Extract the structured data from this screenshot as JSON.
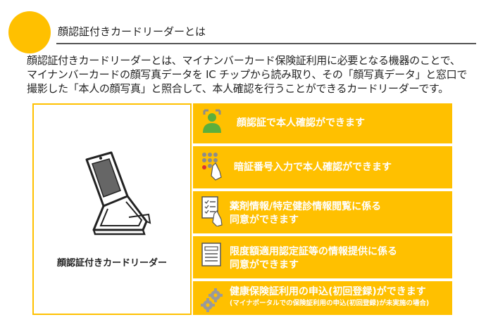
{
  "header": {
    "title": "顔認証付きカードリーダーとは"
  },
  "description": {
    "lines": [
      "顔認証付きカードリーダーとは、マイナンバーカード保険証利用に必要となる機器のことで、",
      "マイナンバーカードの顔写真データを IC チップから読み取り、その「顔写真データ」と窓口で",
      "撮影した「本人の顔写真」と照合して、本人確認を行うことができるカードリーダーです。"
    ]
  },
  "device": {
    "label": "顔認証付きカードリーダー",
    "icon": "card-reader-illustration"
  },
  "features": [
    {
      "icon": "face-scan-icon",
      "line1": "顔認証で本人確認ができます"
    },
    {
      "icon": "pin-keypad-icon",
      "line1": "暗証番号入力で本人確認ができます"
    },
    {
      "icon": "checklist-document-icon",
      "line1": "薬剤情報/特定健診情報閲覧に係る",
      "line2": "同意ができます"
    },
    {
      "icon": "form-document-icon",
      "line1": "限度額適用認定証等の情報提供に係る",
      "line2": "同意ができます"
    },
    {
      "icon": "gears-icon",
      "line1": "健康保険証利用の申込(初回登録)ができます",
      "note": "(マイナポータルでの保険証利用の申込(初回登録)が未実施の場合)"
    }
  ],
  "colors": {
    "accent": "#FFC000",
    "feature_text": "#FFFFFF",
    "icon_gray": "#8C8C8C",
    "face_green": "#5BAF3C"
  }
}
